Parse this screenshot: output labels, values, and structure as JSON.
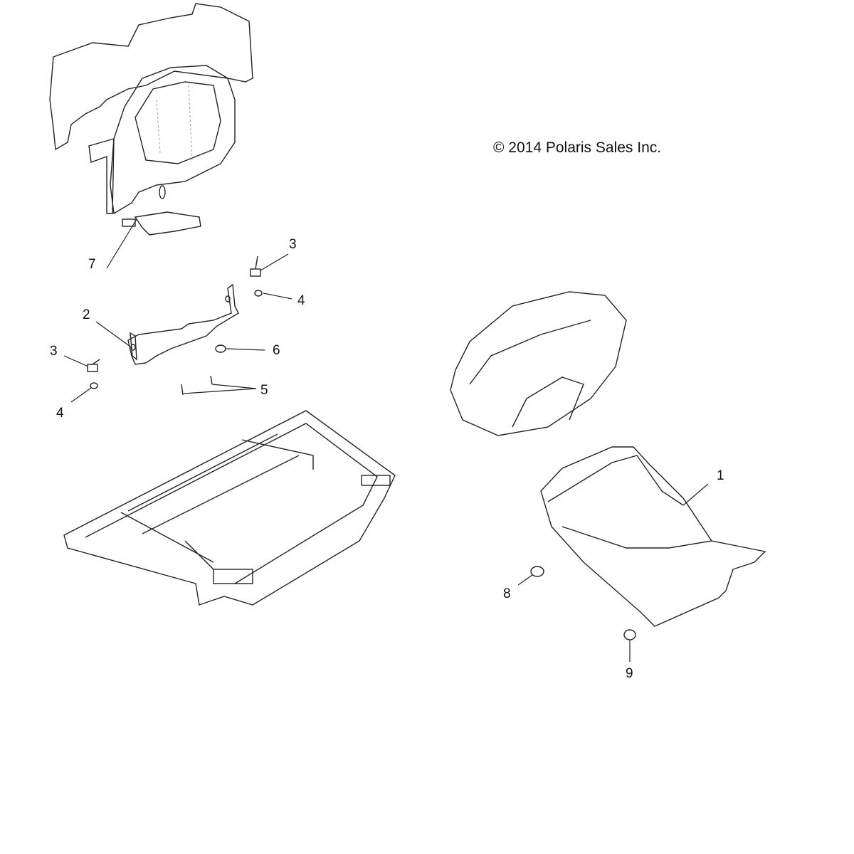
{
  "copyright": "© 2014 Polaris Sales Inc.",
  "callouts": [
    {
      "id": "1",
      "text": "1"
    },
    {
      "id": "2",
      "text": "2"
    },
    {
      "id": "3a",
      "text": "3"
    },
    {
      "id": "3b",
      "text": "3"
    },
    {
      "id": "4a",
      "text": "4"
    },
    {
      "id": "4b",
      "text": "4"
    },
    {
      "id": "5",
      "text": "5"
    },
    {
      "id": "6",
      "text": "6"
    },
    {
      "id": "7",
      "text": "7"
    },
    {
      "id": "8",
      "text": "8"
    },
    {
      "id": "9",
      "text": "9"
    }
  ]
}
